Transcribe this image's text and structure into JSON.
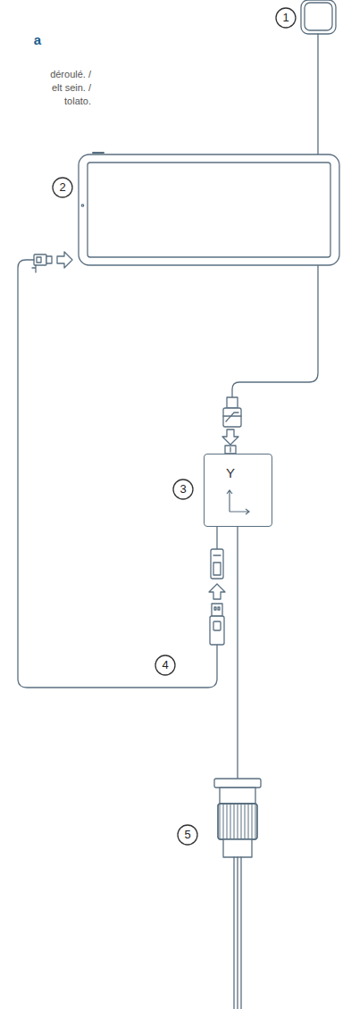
{
  "diagram": {
    "title": "a",
    "nodes": [
      {
        "text": [
          "Y"
        ]
      }
    ],
    "labels": [
      "déroulé. /",
      "elt sein. /",
      "tolato.",
      "1",
      "2",
      "3",
      "4",
      "5"
    ]
  }
}
